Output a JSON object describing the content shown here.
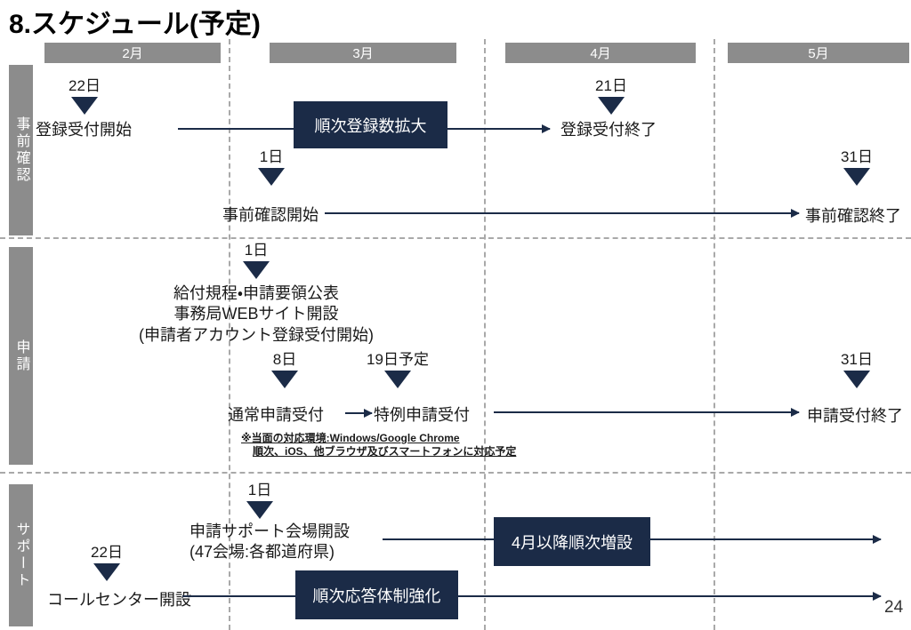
{
  "title": "8.スケジュール(予定)",
  "page_number": "24",
  "months": [
    "2月",
    "3月",
    "4月",
    "5月"
  ],
  "sections": [
    {
      "label": "事前確認"
    },
    {
      "label": "申請"
    },
    {
      "label": "サポート"
    }
  ],
  "colors": {
    "navy": "#1b2b47",
    "bar_gray": "#8c8c8c",
    "dash_gray": "#a9a9a9"
  },
  "precheck": {
    "start_date": "22日",
    "start_label": "登録受付開始",
    "expand_box": "順次登録数拡大",
    "end_date": "21日",
    "end_label": "登録受付終了",
    "confirm_start_date": "1日",
    "confirm_start_label": "事前確認開始",
    "confirm_end_date": "31日",
    "confirm_end_label": "事前確認終了"
  },
  "application": {
    "publish_date": "1日",
    "publish_lines": [
      "給付規程・申請要領公表",
      "事務局WEBサイト開設",
      "(申請者アカウント登録受付開始)"
    ],
    "normal_date": "8日",
    "normal_label": "通常申請受付",
    "special_date": "19日予定",
    "special_label": "特例申請受付",
    "note_lines": [
      "※当面の対応環境:Windows/Google Chrome",
      "順次、iOS、他ブラウザ及びスマートフォンに対応予定"
    ],
    "end_date": "31日",
    "end_label": "申請受付終了"
  },
  "support": {
    "venue_date": "1日",
    "venue_lines": [
      "申請サポート会場開設",
      "(47会場:各都道府県)"
    ],
    "expand_box": "4月以降順次増設",
    "call_date": "22日",
    "call_label": "コールセンター開設",
    "strengthen_box": "順次応答体制強化"
  }
}
